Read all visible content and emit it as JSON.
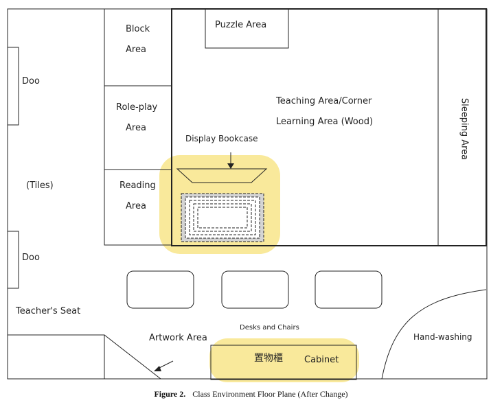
{
  "labels": {
    "block": [
      "Block",
      "Area"
    ],
    "role_play": [
      "Role-play",
      "Area"
    ],
    "reading": [
      "Reading",
      "Area"
    ],
    "puzzle": "Puzzle Area",
    "teaching": [
      "Teaching Area/Corner",
      "Learning Area (Wood)"
    ],
    "sleeping": "Sleeping Area",
    "door_top": "Doo",
    "door_bottom": "Doo",
    "tiles": "(Tiles)",
    "display_bookcase": "Display Bookcase",
    "teacher_seat": "Teacher's Seat",
    "artwork": "Artwork Area",
    "desks_chairs": "Desks and Chairs",
    "hand_washing": "Hand-washing",
    "cabinet_cn": "置物櫃",
    "cabinet_en": "Cabinet"
  },
  "caption": {
    "figure": "Figure 2.",
    "text": "Class Environment Floor Plane (After Change)"
  },
  "colors": {
    "highlight": "#f7e27a",
    "line": "#222222",
    "carpet_fill": "#c8c8c8"
  }
}
